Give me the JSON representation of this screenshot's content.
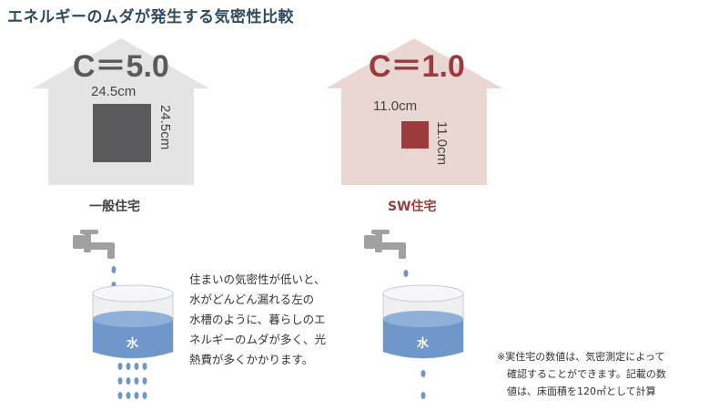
{
  "title": "エネルギーのムダが発生する気密性比較",
  "general": {
    "c_value": "C＝5.0",
    "width_dim": "24.5cm",
    "height_dim": "24.5cm",
    "label": "一般住宅",
    "house_color": "#e4e4e5",
    "square_color": "#5b5b5d"
  },
  "sw": {
    "c_value": "C＝1.0",
    "width_dim": "11.0cm",
    "height_dim": "11.0cm",
    "label": "SW住宅",
    "house_color": "#ead6d3",
    "square_color": "#9b3b3e"
  },
  "water_label": "水",
  "water_color": "#6f97c9",
  "description": [
    "住まいの気密性が低いと、",
    "水がどんどん漏れる左の",
    "水槽のように、暮らしのエ",
    "ネルギーのムダが多く、光",
    "熱費が多くかかります。"
  ],
  "note": [
    "※実住宅の数値は、気密測定によって",
    "　確認することができます。記載の数",
    "　値は、床面積を120㎡として計算"
  ]
}
